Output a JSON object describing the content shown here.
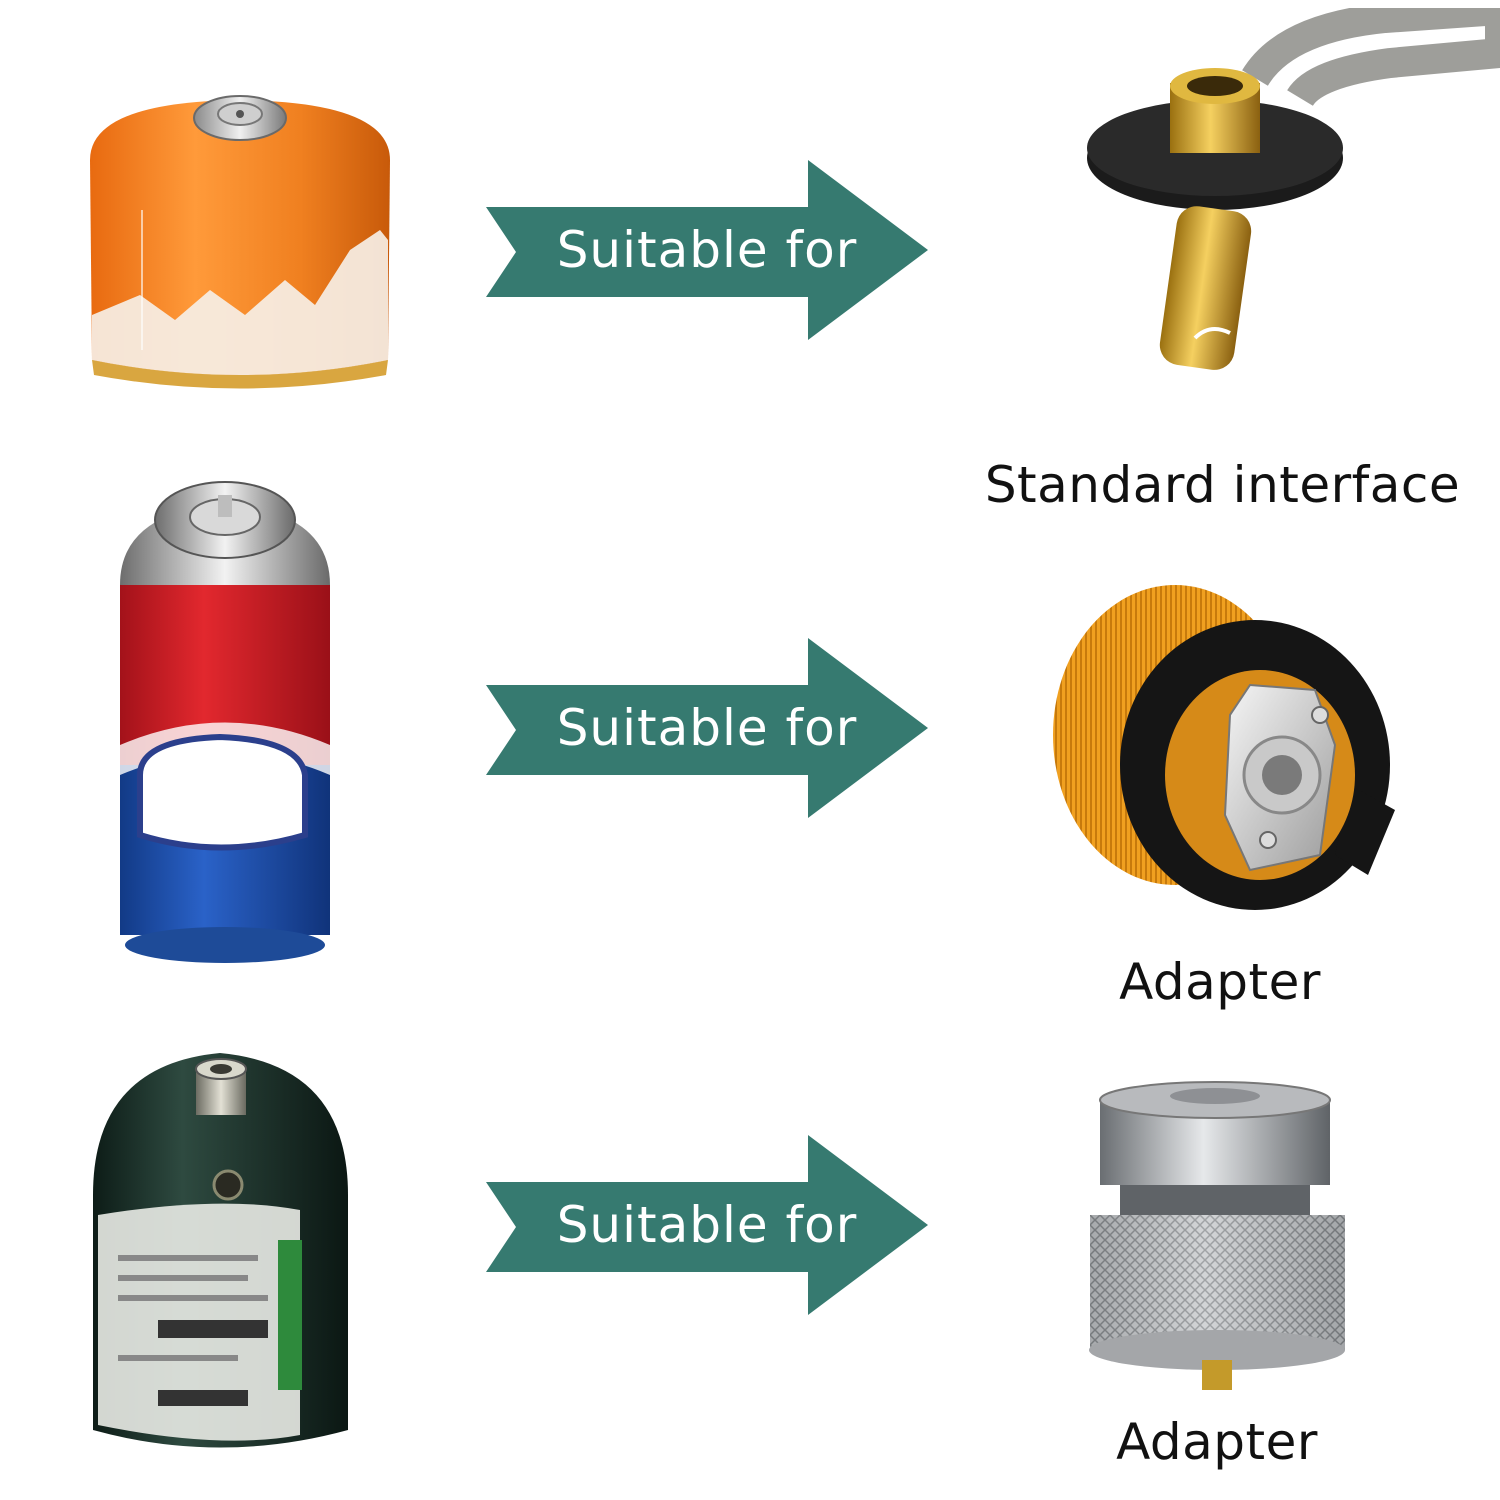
{
  "colors": {
    "arrow": "#367a70",
    "background": "#ffffff"
  },
  "rows": [
    {
      "arrow_label": "Suitable for",
      "caption": "Standard interface",
      "canister": "orange-screw-canister",
      "fitting": "standard-valve-interface"
    },
    {
      "arrow_label": "Suitable for",
      "caption": "Adapter",
      "canister": "butane-spray-canister",
      "fitting": "orange-bayonet-adapter"
    },
    {
      "arrow_label": "Suitable for",
      "caption": "Adapter",
      "canister": "propane-bottle",
      "fitting": "silver-knurled-adapter"
    }
  ]
}
